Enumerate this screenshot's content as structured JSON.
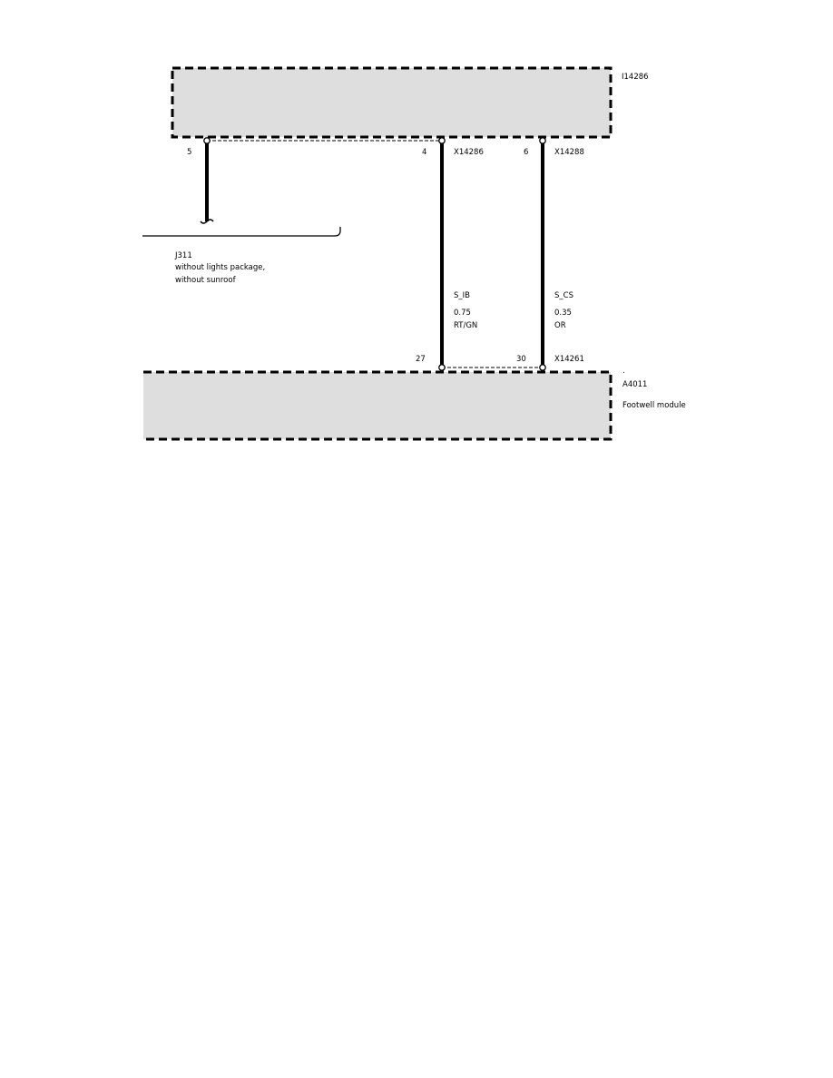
{
  "colors": {
    "module_fill": "#dedede",
    "wire": "#000000",
    "background": "#ffffff"
  },
  "top_module": {
    "id": "I14286"
  },
  "bottom_module": {
    "id": "A4011",
    "name": "Footwell module",
    "dot": "."
  },
  "splice": {
    "id": "J311",
    "note_line1": "without lights package,",
    "note_line2": "without sunroof"
  },
  "pins_top": [
    {
      "pin": "5",
      "connector": ""
    },
    {
      "pin": "4",
      "connector": "X14286"
    },
    {
      "pin": "6",
      "connector": "X14288"
    }
  ],
  "pins_bottom": [
    {
      "pin": "27",
      "connector": ""
    },
    {
      "pin": "30",
      "connector": "X14261"
    }
  ],
  "wires": [
    {
      "signal": "S_IB",
      "size": "0.75",
      "color": "RT/GN"
    },
    {
      "signal": "S_CS",
      "size": "0.35",
      "color": "OR"
    }
  ]
}
